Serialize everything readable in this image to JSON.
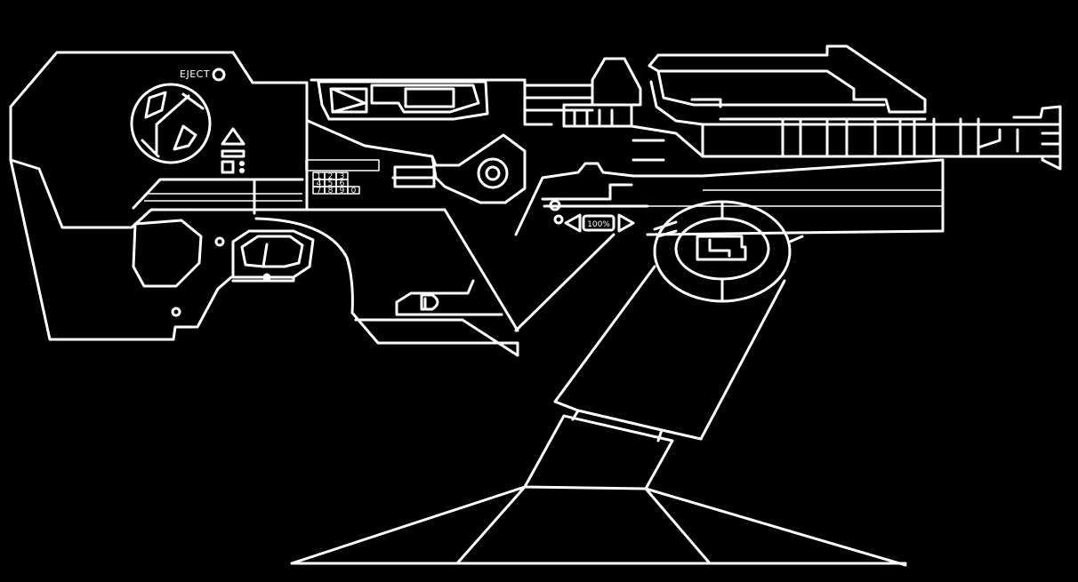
{
  "colors": {
    "background": "#000000",
    "line": "#ffffff"
  },
  "labels": {
    "eject": "EJECT",
    "charge_level": "100%"
  },
  "keypad": {
    "keys": [
      "1",
      "2",
      "3",
      "4",
      "5",
      "6",
      "7",
      "8",
      "9",
      "0"
    ]
  },
  "icons": {
    "eject": "eject-button-icon",
    "gear": "gear-cog-icon",
    "shape_triangle": "triangle-icon",
    "scope": "scope-icon",
    "mount_emblem": "mount-emblem-icon"
  }
}
